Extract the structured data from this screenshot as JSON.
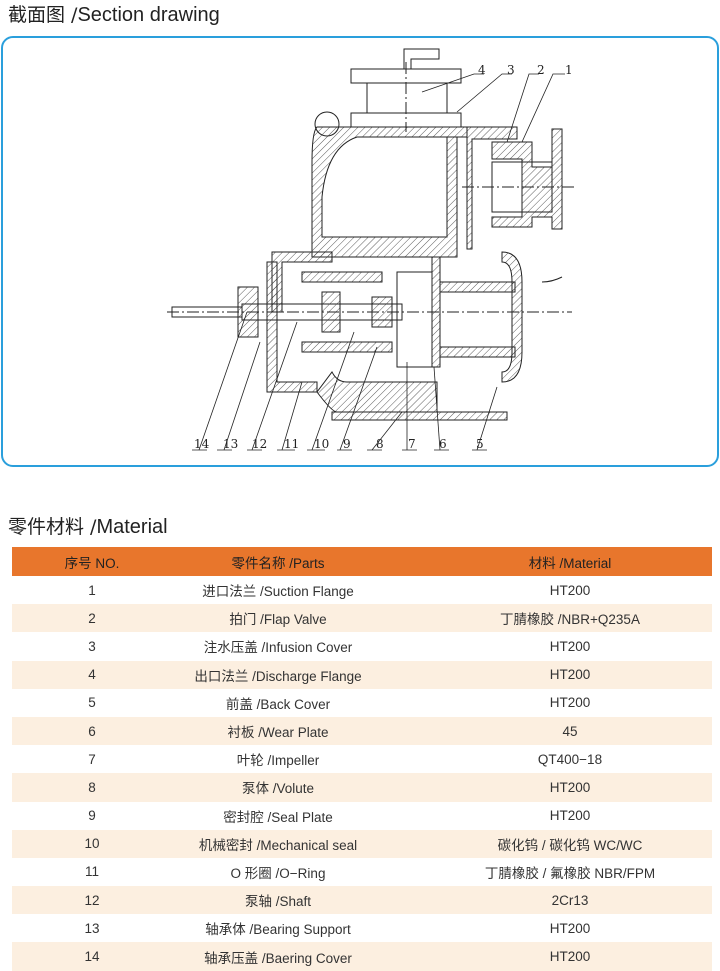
{
  "section": {
    "title_cn": "截面图 /",
    "title_en": "Section drawing"
  },
  "drawing": {
    "labels": [
      "1",
      "2",
      "3",
      "4",
      "5",
      "6",
      "7",
      "8",
      "9",
      "10",
      "11",
      "12",
      "13",
      "14"
    ],
    "hatch_color": "#333333",
    "border_color": "#2a9fdc"
  },
  "material": {
    "title_cn": "零件材料 /",
    "title_en": "Material"
  },
  "table": {
    "header": {
      "no": "序号 NO.",
      "parts": "零件名称 /Parts",
      "material": "材料 /Material"
    },
    "header_color": "#e8762c",
    "stripe_color": "#fcefe0",
    "rows": [
      {
        "no": "1",
        "parts": "进口法兰 /Suction Flange",
        "material": "HT200"
      },
      {
        "no": "2",
        "parts": "拍门 /Flap Valve",
        "material": "丁腈橡胶 /NBR+Q235A"
      },
      {
        "no": "3",
        "parts": "注水压盖 /Infusion Cover",
        "material": "HT200"
      },
      {
        "no": "4",
        "parts": "出口法兰 /Discharge Flange",
        "material": "HT200"
      },
      {
        "no": "5",
        "parts": "前盖 /Back Cover",
        "material": "HT200"
      },
      {
        "no": "6",
        "parts": "衬板 /Wear Plate",
        "material": "45"
      },
      {
        "no": "7",
        "parts": "叶轮 /Impeller",
        "material": "QT400−18"
      },
      {
        "no": "8",
        "parts": "泵体 /Volute",
        "material": "HT200"
      },
      {
        "no": "9",
        "parts": "密封腔 /Seal Plate",
        "material": "HT200"
      },
      {
        "no": "10",
        "parts": "机械密封 /Mechanical seal",
        "material": "碳化钨 / 碳化钨 WC/WC"
      },
      {
        "no": "11",
        "parts": "O 形圈 /O−Ring",
        "material": "丁腈橡胶 / 氟橡胶 NBR/FPM"
      },
      {
        "no": "12",
        "parts": "泵轴 /Shaft",
        "material": "2Cr13"
      },
      {
        "no": "13",
        "parts": "轴承体 /Bearing Support",
        "material": "HT200"
      },
      {
        "no": "14",
        "parts": "轴承压盖 /Baering Cover",
        "material": "HT200"
      }
    ]
  }
}
